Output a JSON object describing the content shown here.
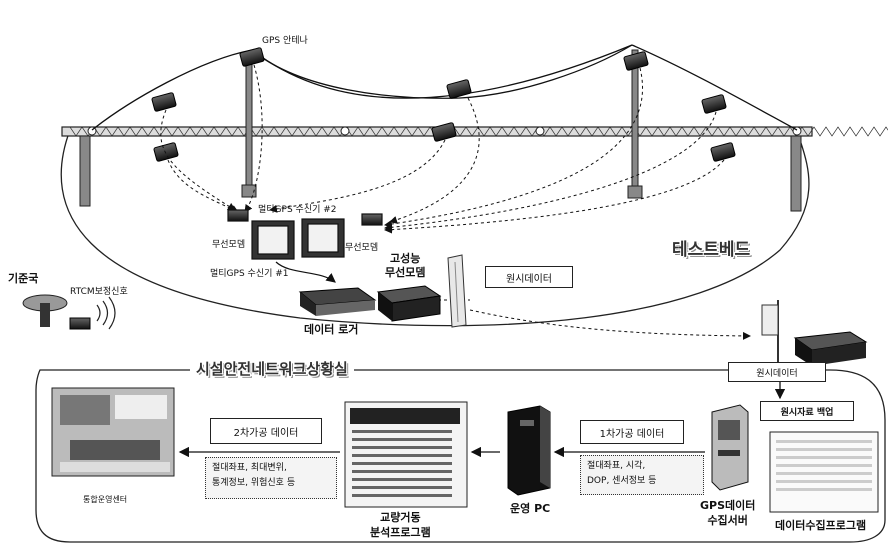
{
  "labels": {
    "gps_antenna": "GPS 안테나",
    "multi_gps_2": "멀티GPS 수신기 #2",
    "multi_gps_1": "멀티GPS 수신기 #1",
    "modem_left": "무선모뎀",
    "modem_right": "무선모뎀",
    "testbed": "테스트베드",
    "high_perf_modem": "고성능\n무선모뎀",
    "raw_data_top": "원시데이터",
    "data_logger": "데이터 로거",
    "base_station": "기준국",
    "rtcm": "RTCM보정신호",
    "facility_room": "시설안전네트워크상황실",
    "raw_data_right": "원시데이터",
    "raw_backup": "원시자료 백업",
    "secondary_data": "2차가공 데이터",
    "secondary_detail": "절대좌표, 최대변위,\n통계정보, 위험신호 등",
    "primary_data": "1차가공 데이터",
    "primary_detail": "절대좌표, 시각,\nDOP, 센서정보 등",
    "control_center": "통합운영센터",
    "analysis_program": "교량거동\n분석프로그램",
    "operation_pc": "운영 PC",
    "gps_server": "GPS데이터\n수집서버",
    "collection_program": "데이터수집프로그램"
  },
  "icons": [
    "gps-receiver-icon",
    "antenna-icon",
    "modem-icon",
    "logger-icon",
    "server-icon",
    "pc-tower-icon",
    "monitor-icon"
  ]
}
